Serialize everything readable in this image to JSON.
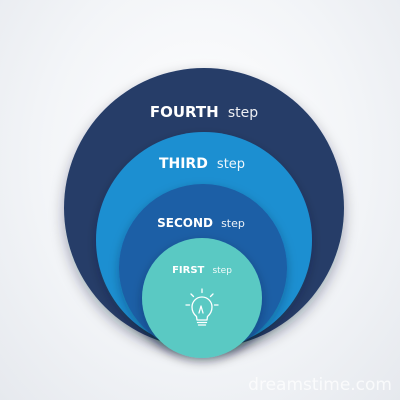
{
  "steps": [
    {
      "word": "FOURTH",
      "suffix": "step",
      "color": "#253d68"
    },
    {
      "word": "THIRD",
      "suffix": "step",
      "color": "#1f8fd1"
    },
    {
      "word": "SECOND",
      "suffix": "step",
      "color": "#1b5ea6"
    },
    {
      "word": "FIRST",
      "suffix": "step",
      "color": "#5ac9c3"
    }
  ],
  "center_icon": "lightbulb-icon",
  "watermark": {
    "text": "dreamstime.com"
  }
}
